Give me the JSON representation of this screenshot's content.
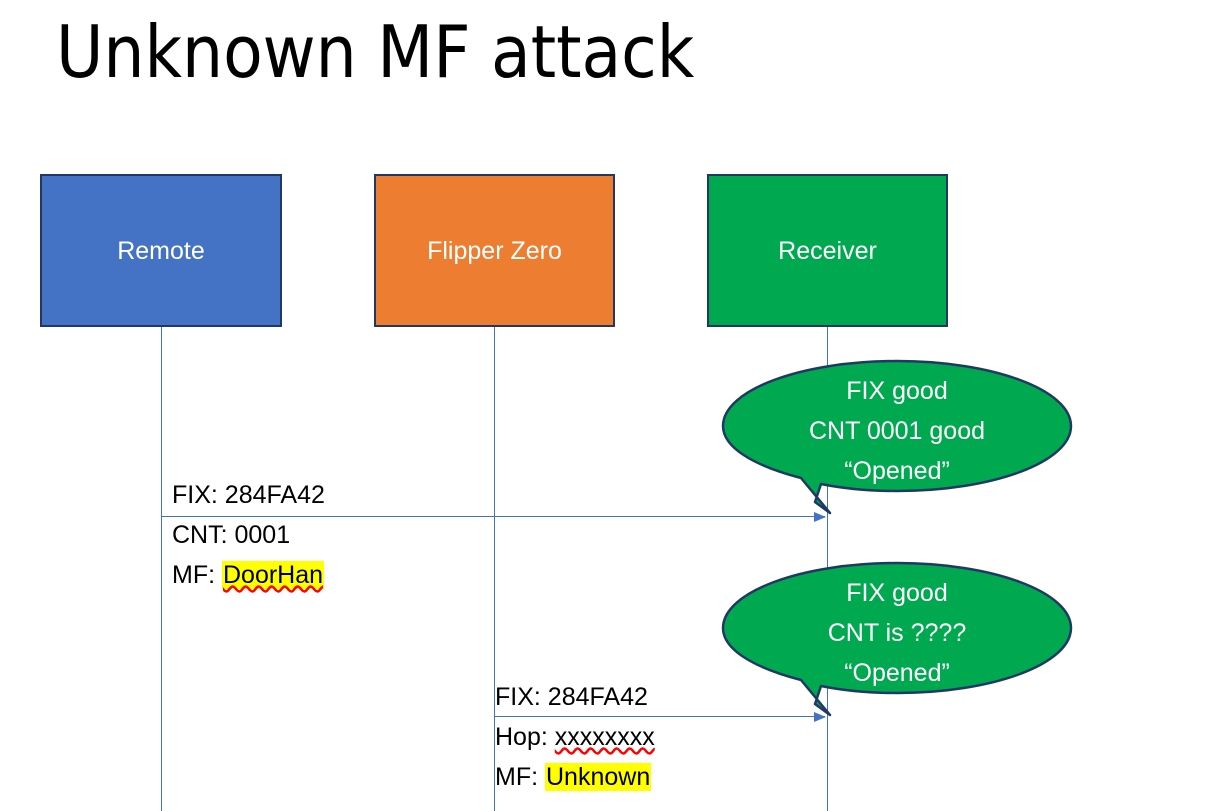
{
  "slide": {
    "title": "Unknown MF attack",
    "background_color": "#FFFFFF"
  },
  "colors": {
    "remote_fill": "#4472C4",
    "flipper_fill": "#ED7D31",
    "receiver_fill": "#00A94F",
    "box_border": "#1F3864",
    "lifeline": "#4472C4",
    "arrow": "#4472C4",
    "highlight": "#FFFF00",
    "spellcheck_underline": "#FF0000",
    "callout_fill": "#00A94F",
    "callout_border": "#1F3864",
    "callout_text": "#FFFFFF",
    "label_text": "#000000"
  },
  "actors": [
    {
      "id": "remote",
      "label": "Remote"
    },
    {
      "id": "flipper",
      "label": "Flipper Zero"
    },
    {
      "id": "receiver",
      "label": "Receiver"
    }
  ],
  "messages": [
    {
      "id": "msg-1",
      "from": "remote",
      "to": "receiver",
      "lines": [
        {
          "prefix": "FIX: ",
          "value": "284FA42",
          "highlight": false,
          "spellcheck": false
        },
        {
          "prefix": "CNT: ",
          "value": "0001",
          "highlight": false,
          "spellcheck": false
        },
        {
          "prefix": "MF: ",
          "value": "DoorHan",
          "highlight": true,
          "spellcheck": true
        }
      ]
    },
    {
      "id": "msg-2",
      "from": "flipper",
      "to": "receiver",
      "lines": [
        {
          "prefix": "FIX: ",
          "value": "284FA42",
          "highlight": false,
          "spellcheck": false
        },
        {
          "prefix": "Hop: ",
          "value": "xxxxxxxx",
          "highlight": false,
          "spellcheck": true
        },
        {
          "prefix": "MF: ",
          "value": "Unknown",
          "highlight": true,
          "spellcheck": false
        }
      ]
    }
  ],
  "callouts": [
    {
      "id": "callout-1",
      "lines": [
        "FIX good",
        "CNT 0001 good",
        "“Opened”"
      ]
    },
    {
      "id": "callout-2",
      "lines": [
        "FIX good",
        "CNT is ????",
        "“Opened”"
      ]
    }
  ]
}
